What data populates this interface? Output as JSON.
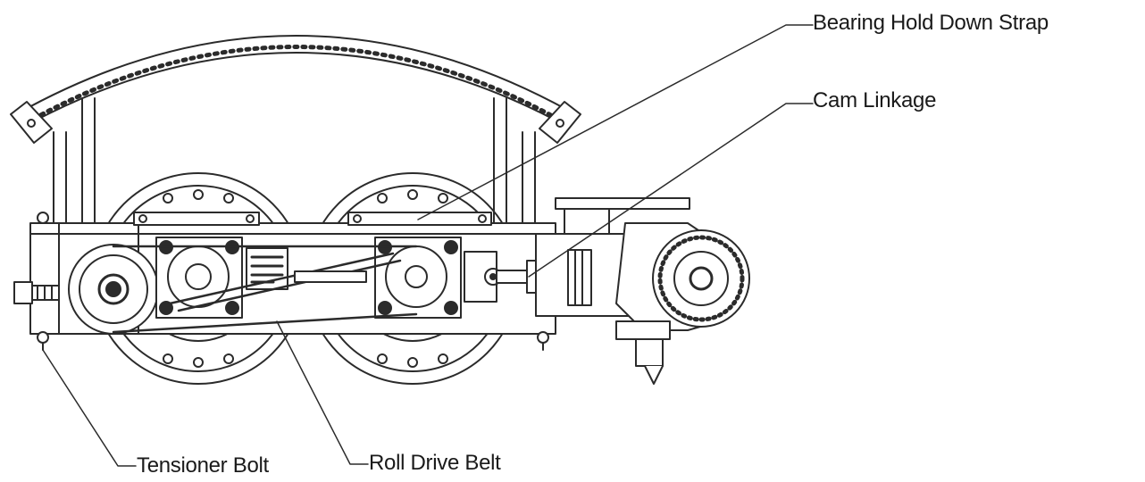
{
  "callouts": {
    "bearing_hold_down_strap": "Bearing Hold Down Strap",
    "cam_linkage": "Cam Linkage",
    "tensioner_bolt": "Tensioner Bolt",
    "roll_drive_belt": "Roll Drive Belt"
  },
  "colors": {
    "line": "#2b2b2b",
    "fill": "#ffffff",
    "background": "#ffffff"
  }
}
